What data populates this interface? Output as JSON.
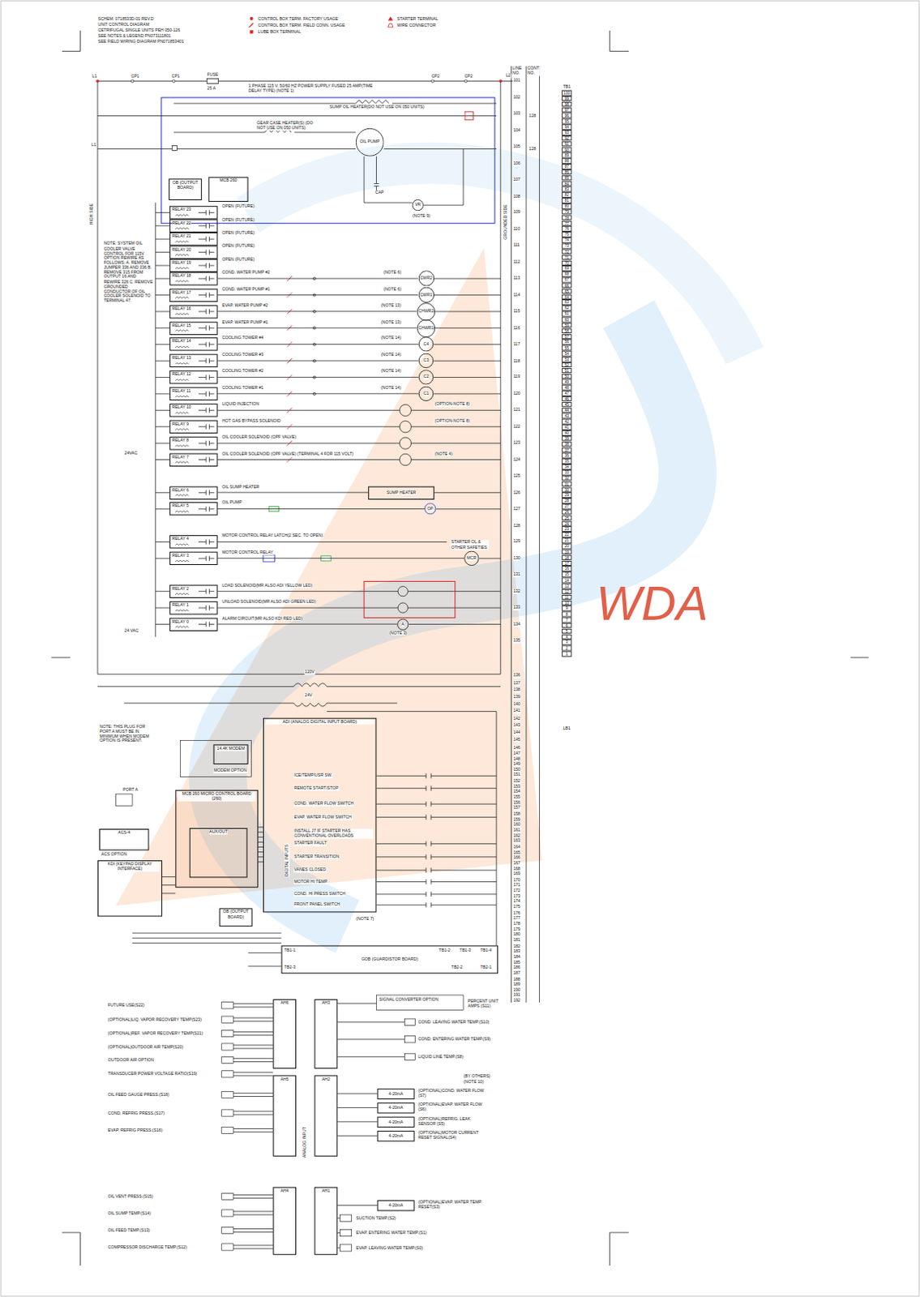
{
  "diagram": {
    "nodes": [
      {
        "text": [
          "OB (OUTPUT BOARD)"
        ]
      },
      {
        "text": [
          "MCB 260"
        ]
      },
      {
        "text": [
          "RELAY 23"
        ]
      },
      {
        "text": [
          "RELAY 22"
        ]
      },
      {
        "text": [
          "RELAY 21"
        ]
      },
      {
        "text": [
          "RELAY 20"
        ]
      },
      {
        "text": [
          "RELAY 19"
        ]
      },
      {
        "text": [
          "RELAY 18"
        ]
      },
      {
        "text": [
          "RELAY 17"
        ]
      },
      {
        "text": [
          "RELAY 16"
        ]
      },
      {
        "text": [
          "RELAY 15"
        ]
      },
      {
        "text": [
          "RELAY 14"
        ]
      },
      {
        "text": [
          "RELAY 13"
        ]
      },
      {
        "text": [
          "RELAY 12"
        ]
      },
      {
        "text": [
          "RELAY 11"
        ]
      },
      {
        "text": [
          "RELAY 10"
        ]
      },
      {
        "text": [
          "RELAY 9"
        ]
      },
      {
        "text": [
          "RELAY 8"
        ]
      },
      {
        "text": [
          "RELAY 7"
        ]
      },
      {
        "text": [
          "RELAY 6"
        ]
      },
      {
        "text": [
          "RELAY 5"
        ]
      },
      {
        "text": [
          "RELAY 4"
        ]
      },
      {
        "text": [
          "RELAY 3"
        ]
      },
      {
        "text": [
          "RELAY 2"
        ]
      },
      {
        "text": [
          "RELAY 1"
        ]
      },
      {
        "text": [
          "RELAY 0"
        ]
      },
      {
        "text": [
          "OIL PUMP"
        ]
      },
      {
        "text": [
          "VR"
        ]
      },
      {
        "text": [
          "CWR2"
        ]
      },
      {
        "text": [
          "CWR1"
        ]
      },
      {
        "text": [
          "CHWR2"
        ]
      },
      {
        "text": [
          "CHWR1"
        ]
      },
      {
        "text": [
          "C4"
        ]
      },
      {
        "text": [
          "C3"
        ]
      },
      {
        "text": [
          "C2"
        ]
      },
      {
        "text": [
          "C1"
        ]
      },
      {
        "text": [
          "SUMP HEATER"
        ]
      },
      {
        "text": [
          "OP"
        ]
      },
      {
        "text": [
          "MCR"
        ]
      },
      {
        "text": [
          "A"
        ]
      },
      {
        "text": [
          "ADI (ANALOG DIGITAL INPUT BOARD)"
        ]
      },
      {
        "text": [
          "14.4K MODEM"
        ]
      },
      {
        "text": [
          "MCB 260 MICRO CONTROL BOARD (260)"
        ]
      },
      {
        "text": [
          "AUX/OUT"
        ],
        "in": 42
      },
      {
        "text": [
          "OB (OUTPUT BOARD)"
        ]
      },
      {
        "text": [
          "KDI (KEYPAD DISPLAY INTERFACE)"
        ]
      },
      {
        "text": [
          "ACS-4"
        ]
      },
      {
        "text": [
          "GOB (GUARDISTOR BOARD)"
        ]
      },
      {
        "text": [
          "AH6"
        ]
      },
      {
        "text": [
          "AH5"
        ]
      },
      {
        "text": [
          "AH4"
        ]
      },
      {
        "text": [
          "AH3"
        ]
      },
      {
        "text": [
          "AH2"
        ]
      },
      {
        "text": [
          "AH1"
        ]
      },
      {
        "text": [
          "4-20mA"
        ]
      },
      {
        "text": [
          "4-20mA"
        ]
      },
      {
        "text": [
          "4-20mA"
        ]
      },
      {
        "text": [
          "4-20mA"
        ]
      },
      {
        "text": [
          "4-20mA"
        ]
      }
    ],
    "edges": [
      {
        "from": 7,
        "to": 28,
        "arrow": "none"
      },
      {
        "from": 8,
        "to": 29,
        "arrow": "none"
      },
      {
        "from": 9,
        "to": 30,
        "arrow": "none"
      },
      {
        "from": 10,
        "to": 31,
        "arrow": "none"
      },
      {
        "from": 11,
        "to": 32,
        "arrow": "none"
      },
      {
        "from": 12,
        "to": 33,
        "arrow": "none"
      },
      {
        "from": 13,
        "to": 34,
        "arrow": "none"
      },
      {
        "from": 14,
        "to": 35,
        "arrow": "none"
      },
      {
        "from": 19,
        "to": 36,
        "arrow": "none"
      },
      {
        "from": 20,
        "to": 37,
        "arrow": "none"
      },
      {
        "from": 22,
        "to": 38,
        "arrow": "none"
      },
      {
        "from": 25,
        "to": 39,
        "arrow": "none"
      },
      {
        "from": 54,
        "to": 52,
        "arrow": "none"
      },
      {
        "from": 55,
        "to": 52,
        "arrow": "none"
      },
      {
        "from": 56,
        "to": 52,
        "arrow": "none"
      },
      {
        "from": 57,
        "to": 52,
        "arrow": "none"
      },
      {
        "from": 58,
        "to": 53,
        "arrow": "none"
      }
    ],
    "labels": [
      "SCHEM. 0718533D-01 REV.D",
      "UNIT CONTROL DIAGRAM",
      "CETRIFUGAL SINGLE UNITS PEH 050-126",
      "SEE NOTES & LEGEND PN073111801",
      "SEE FIELD WIRING DIAGRAM PN071853401",
      "L1",
      "CP1",
      "CP1",
      "FUSE",
      "25 A",
      "1 PHASE 115 V, 50/60 HZ POWER SUPPLY FUSED 25 AMP(TIME DELAY TYPE) (NOTE 1)",
      "CP2",
      "CP2",
      "L2",
      "L1",
      "SUMP OIL HEATER(DO NOT USE ON 050 UNITS)",
      "GEAR CASE HEATER(S) (DO NOT USE ON 050 UNITS)",
      "CAP",
      "(NOTE 9)",
      "HIGH SIDE",
      "GROUNDED SIDE",
      "24VAC",
      "24 VAC",
      "NOTE: SYSTEM OIL COOLER VALVE CONTROL FOR 115V OPTION REWIRE AS FOLLOWS: A. REMOVE JUMPER 336 AND 336 B. REMOVE 315 FROM OUTPUT 16 AND REWIRE 326 C. REMOVE GROUNDED CONDUCTOR OF OIL COOLER SOLENOID TO TERMINAL 47.",
      "OPEN (FUTURE)",
      "OPEN (FUTURE)",
      "OPEN (FUTURE)",
      "OPEN (FUTURE)",
      "OPEN (FUTURE)",
      "COND. WATER PUMP #2",
      "COND. WATER PUMP #1",
      "EVAP. WATER PUMP #2",
      "EVAP. WATER PUMP #1",
      "COOLING TOWER #4",
      "COOLING TOWER #3",
      "COOLING TOWER #2",
      "COOLING TOWER #1",
      "LIQUID INJECTION",
      "HOT GAS BYPASS SOLENOID",
      "OIL COOLER SOLENOID (OPF VALVE)",
      "OIL COOLER SOLENOID (OPF VALVE) (TERMINAL 4 FOR 115 VOLT)",
      "OIL SUMP HEATER",
      "OIL PUMP",
      "MOTOR CONTROL RELAY LATCH(2 SEC. TO OPEN)",
      "MOTOR CONTROL RELAY",
      "LOAD SOLENOID(MR ALSO ADI YELLOW LED)",
      "UNLOAD SOLENOID(MR ALSO ADI GREEN LED)",
      "ALARM CIRCUIT(MR ALSO KDI RED LED)",
      "(NOTE 6)",
      "(NOTE 6)",
      "(NOTE 13)",
      "(NOTE 13)",
      "(NOTE 14)",
      "(NOTE 14)",
      "(NOTE 14)",
      "(NOTE 14)",
      "(OPTION-NOTE 8)",
      "(OPTION-NOTE 8)",
      "(NOTE 4)",
      "STARTER OL & OTHER SAFETIES",
      "(NOTE 3)",
      "120V",
      "24V",
      "NOTE: THIS PLUG FOR PORT A MUST BE IN MINIMUM WHEN MODEM OPTION IS PRESENT.",
      "MODEM OPTION",
      "PORT A",
      "ACS OPTION",
      "DIGITAL INPUTS",
      "ICE/TEMP/USR SW.",
      "REMOTE START/STOP",
      "COND. WATER FLOW SWITCH",
      "EVAP. WATER FLOW SWITCH",
      "INSTALL J7 IF STARTER HAS CONVENTIONAL OVERLOADS",
      "STARTER FAULT",
      "STARTER TRANSITION",
      "VANES CLOSED",
      "MOTOR HI TEMP.",
      "COND. HI PRESS SWITCH",
      "FRONT PANEL SWITCH",
      "TB1-1",
      "TB2-3",
      "TB1-2",
      "TB1-3",
      "TB1-4",
      "TB2-2",
      "TB2-1",
      "(NOTE 7)",
      "FUTURE USE(S22)",
      "(OPTIONAL)LIQ. VAPOR RECOVERY TEMP(S23)",
      "(OPTIONAL)REF. VAPOR RECOVERY TEMP(S21)",
      "(OPTIONAL)OUTDOOR AIR TEMP(S20)",
      "OUTDOOR AIR OPTION",
      "TRANSDUCER POWER VOLTAGE RATIO(S19)",
      "OIL FEED GAUGE PRESS.(S18)",
      "COND. REFRIG PRESS.(S17)",
      "EVAP. REFRIG PRESS.(S16)",
      "OIL VENT PRESS.(S15)",
      "OIL SUMP TEMP.(S14)",
      "OIL FEED TEMP.(S13)",
      "COMPRESSOR DISCHARGE TEMP.(S12)",
      "PERCENT UNIT AMPS (S11)",
      "COND. LEAVING WATER TEMP.(S10)",
      "COND. ENTERING WATER TEMP.(S9)",
      "LIQUID LINE TEMP.(S8)",
      "(BY OTHERS) (NOTE 10)",
      "(OPTIONAL)COND. WATER FLOW (S7)",
      "(OPTIONAL)EVAP. WATER FLOW (S6)",
      "(OPTIONAL)REFRIG. LEAK SENSOR (S5)",
      "(OPTIONAL)MOTOR CURRENT RESET SIGNAL(S4)",
      "(OPTIONAL)EVAP. WATER TEMP. RESET(S3)",
      "SUCTION TEMP.(S2)",
      "EVAP. ENTERING WATER TEMP.(S1)",
      "EVAP. LEAVING WATER TEMP.(S0)",
      "SIGNAL CONVERTER OPTION",
      "ANALOG INPUT",
      "LINE NO.",
      "CONT NO.",
      "TB1",
      "LB1",
      "101",
      "102",
      "103",
      "104",
      "105",
      "106",
      "107",
      "108",
      "109",
      "110",
      "111",
      "112",
      "113",
      "114",
      "115",
      "116",
      "117",
      "118",
      "119",
      "120",
      "121",
      "122",
      "123",
      "124",
      "125",
      "126",
      "127",
      "128",
      "129",
      "130",
      "131",
      "132",
      "133",
      "134",
      "135",
      "136",
      "137",
      "138",
      "139",
      "140",
      "141",
      "142",
      "143",
      "144",
      "145",
      "146",
      "147",
      "148",
      "149",
      "150",
      "151",
      "152",
      "153",
      "154",
      "155",
      "156",
      "157",
      "158",
      "159",
      "160",
      "161",
      "162",
      "163",
      "164",
      "165",
      "166",
      "167",
      "168",
      "169",
      "170",
      "171",
      "172",
      "173",
      "174",
      "175",
      "176",
      "177",
      "178",
      "179",
      "180",
      "181",
      "182",
      "183",
      "184",
      "185",
      "186",
      "187",
      "188",
      "189",
      "190",
      "191",
      "192",
      "128",
      "128",
      "100",
      "99",
      "98",
      "97",
      "96",
      "95",
      "94",
      "93",
      "92",
      "91",
      "90",
      "89",
      "88",
      "87",
      "86",
      "85",
      "84",
      "83",
      "82",
      "81",
      "80",
      "79",
      "78",
      "77",
      "76",
      "75",
      "74",
      "73",
      "72",
      "71",
      "70",
      "69",
      "68",
      "67",
      "66",
      "65",
      "64",
      "63",
      "62",
      "61",
      "60",
      "59",
      "58",
      "57",
      "56",
      "55",
      "54",
      "53",
      "52",
      "51",
      "50",
      "49",
      "48",
      "47",
      "46",
      "45",
      "44",
      "43",
      "42",
      "41",
      "40",
      "39",
      "38",
      "37",
      "36",
      "35",
      "34",
      "33",
      "32",
      "31",
      "30",
      "29",
      "28",
      "27",
      "26",
      "25",
      "24",
      "23",
      "22",
      "21",
      "20",
      "19",
      "18",
      "17",
      "16",
      "15",
      "14",
      "13",
      "12",
      "11",
      "10",
      "9",
      "8",
      "7",
      "6",
      "5",
      "4",
      "3",
      "2",
      "1",
      "WDA"
    ],
    "legend": [
      {
        "text": "CONTROL BOX TERM. FACTORY USAGE"
      },
      {
        "text": "CONTROL BOX TERM. FIELD CONN. USAGE"
      },
      {
        "text": "LUBE BOX TERMINAL"
      },
      {
        "text": "STARTER TERMINAL"
      },
      {
        "text": "WIRE CONNECTOR"
      }
    ]
  }
}
